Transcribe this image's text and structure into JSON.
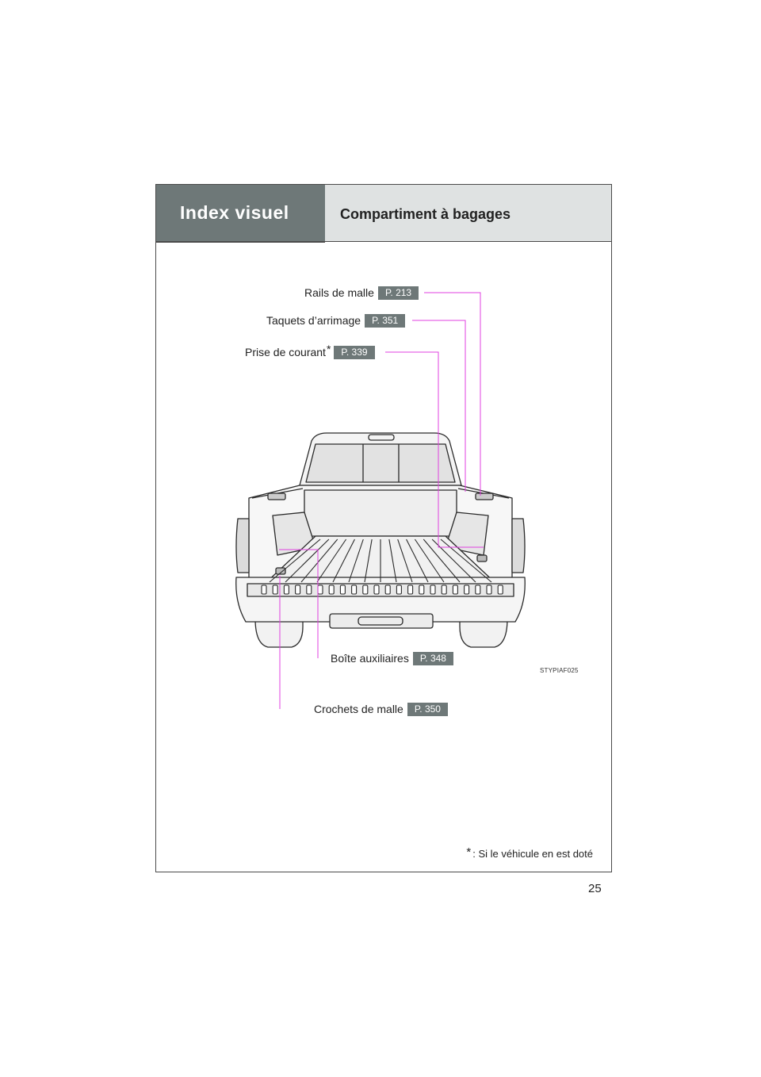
{
  "header": {
    "section_title": "Index visuel",
    "page_heading": "Compartiment à bagages"
  },
  "callouts": [
    {
      "label": "Rails de malle",
      "page": "P. 213",
      "note": ""
    },
    {
      "label": "Taquets d’arrimage",
      "page": "P. 351",
      "note": ""
    },
    {
      "label": "Prise de courant",
      "page": "P. 339",
      "note": "*"
    },
    {
      "label": "Boîte auxiliaires",
      "page": "P. 348",
      "note": ""
    },
    {
      "label": "Crochets de malle",
      "page": "P. 350",
      "note": ""
    }
  ],
  "illustration": {
    "code": "STYPIAF025"
  },
  "footnote": {
    "marker": "*",
    "text": ": Si le véhicule en est doté"
  },
  "page_number": "25",
  "colors": {
    "header_dark": "#6e7878",
    "header_light": "#dfe2e2",
    "leader_line": "#e040e0",
    "badge": "#6e7878"
  }
}
